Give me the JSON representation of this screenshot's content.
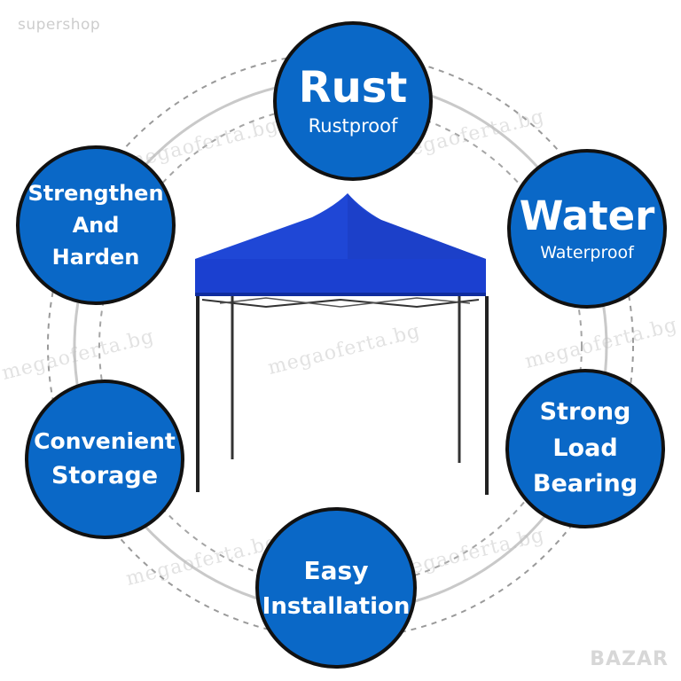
{
  "watermarks": {
    "top_left": "supershop",
    "repeat": "megaoferta.bg",
    "bottom_right": "BAZAR"
  },
  "badges": {
    "rust": {
      "title": "Rust",
      "subtitle": "Rustproof"
    },
    "water": {
      "title": "Water",
      "subtitle": "Waterproof"
    },
    "strengthen": {
      "line1": "Strengthen",
      "line2": "And",
      "line3": "Harden"
    },
    "storage": {
      "line1": "Convenient",
      "line2": "Storage"
    },
    "load": {
      "line1": "Strong",
      "line2": "Load",
      "line3": "Bearing"
    },
    "install": {
      "line1": "Easy",
      "line2": "Installation"
    }
  },
  "colors": {
    "badge_fill": "#0a68c7",
    "badge_border": "#111111",
    "canopy": "#1f47d6",
    "frame": "#222222"
  }
}
